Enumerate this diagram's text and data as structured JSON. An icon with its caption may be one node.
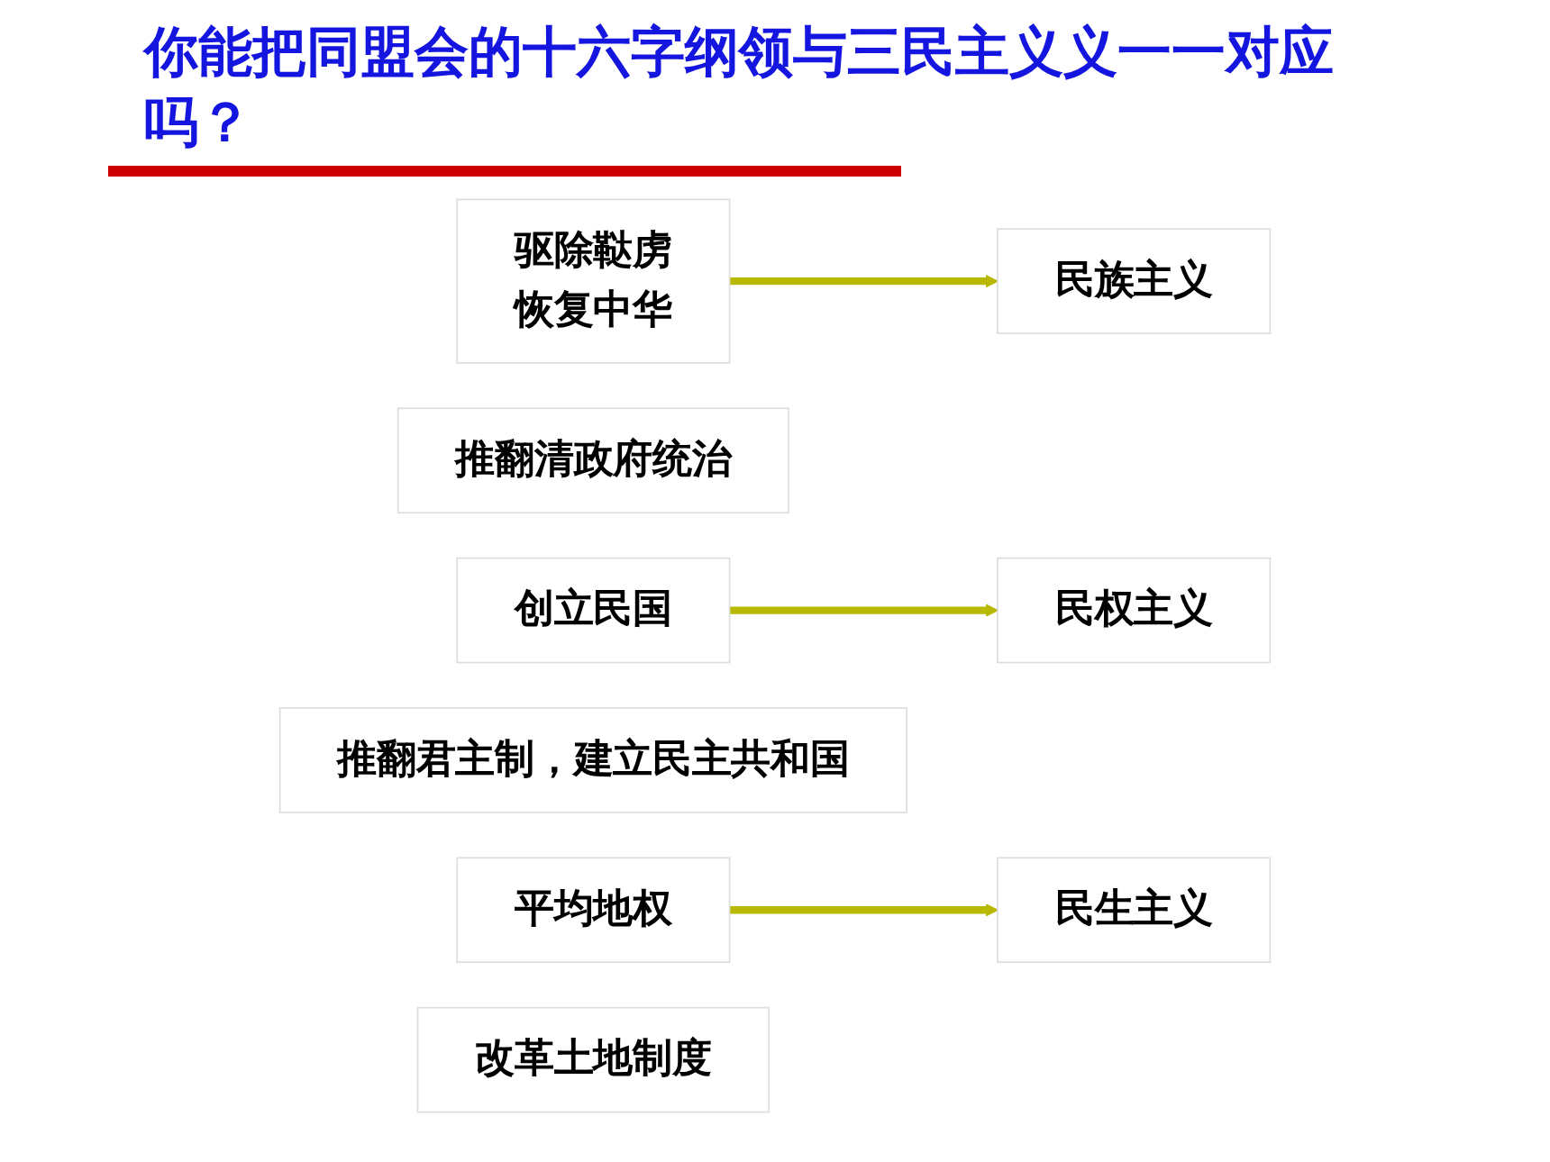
{
  "diagram": {
    "title": "你能把同盟会的十六字纲领与三民主义义一一对应吗？",
    "nodes": [
      {
        "text": [
          "驱除鞑虏",
          "恢复中华"
        ]
      },
      {
        "text": [
          "民族主义"
        ]
      },
      {
        "text": [
          "推翻清政府统治"
        ]
      },
      {
        "text": [
          "创立民国"
        ]
      },
      {
        "text": [
          "民权主义"
        ]
      },
      {
        "text": [
          "推翻君主制，建立民主共和国"
        ]
      },
      {
        "text": [
          "平均地权"
        ]
      },
      {
        "text": [
          "民生主义"
        ]
      },
      {
        "text": [
          "改革土地制度"
        ]
      }
    ],
    "edges": [
      {
        "from": 0,
        "to": 1,
        "arrow": "to"
      },
      {
        "from": 3,
        "to": 4,
        "arrow": "to"
      },
      {
        "from": 6,
        "to": 7,
        "arrow": "to"
      }
    ]
  }
}
